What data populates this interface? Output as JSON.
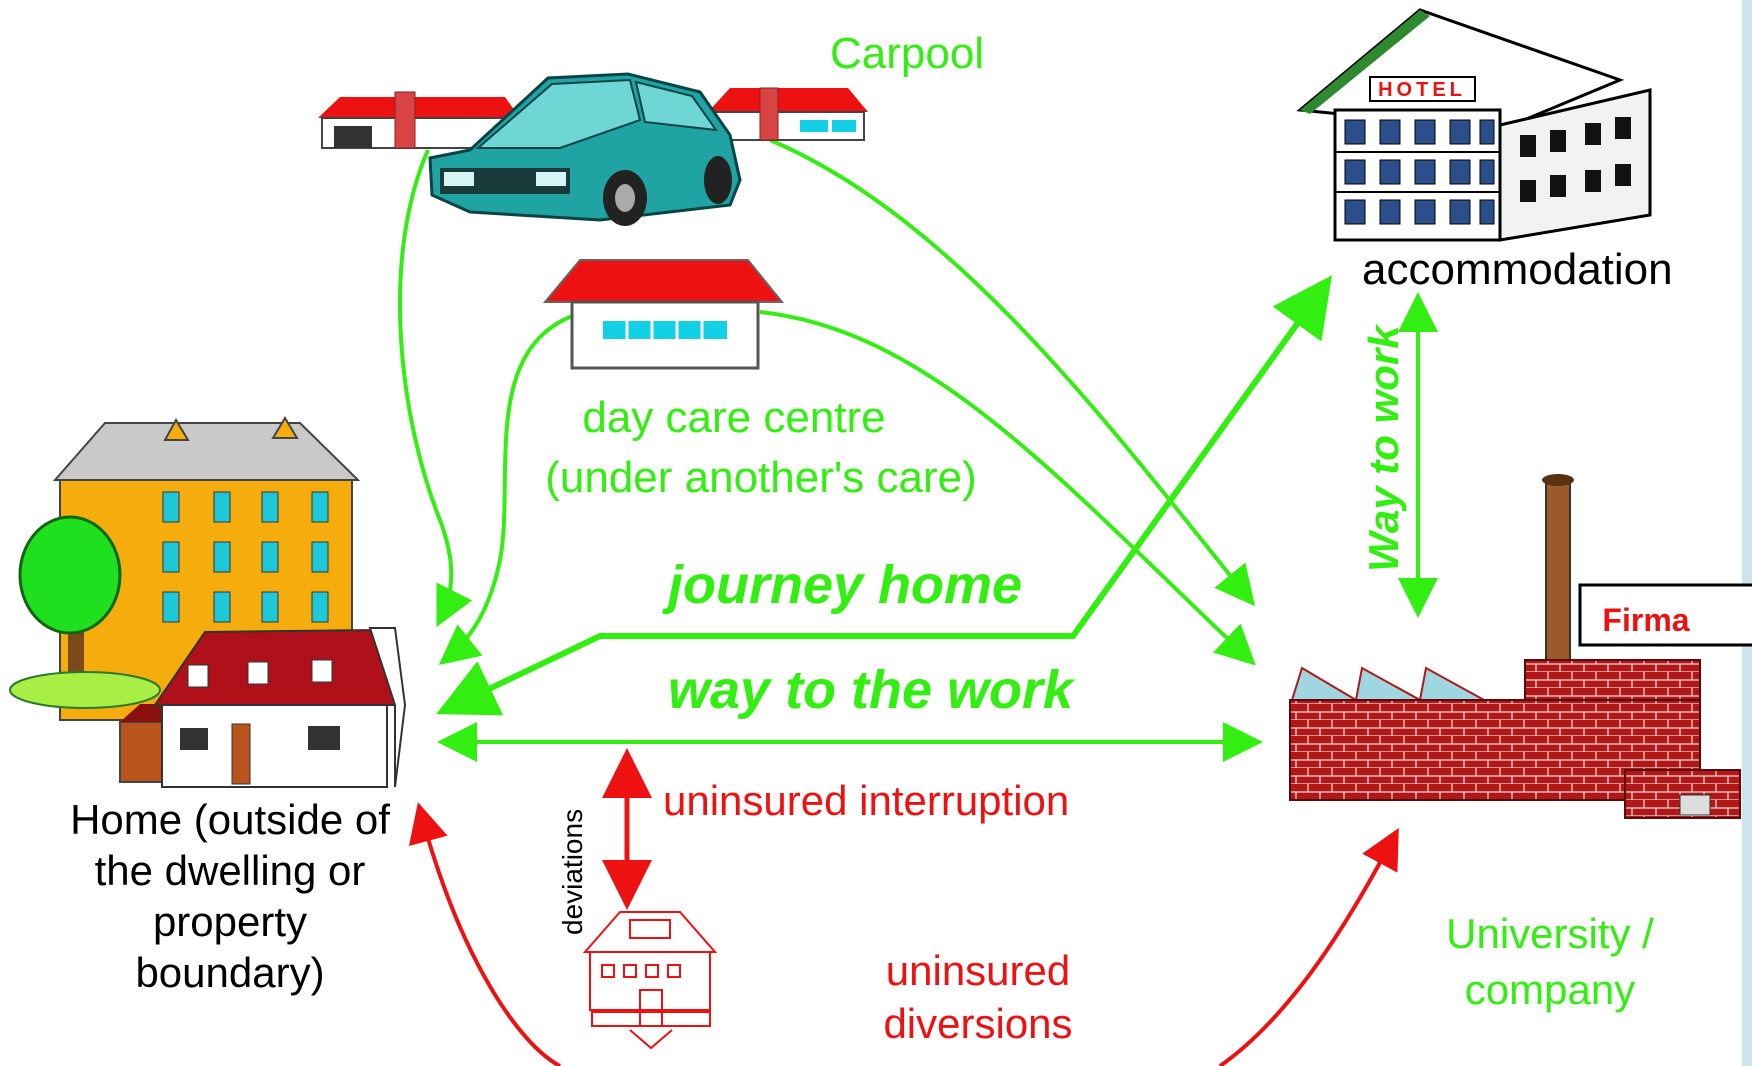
{
  "labels": {
    "carpool": "Carpool",
    "accommodation": "accommodation",
    "day_care_line1": "day care centre",
    "day_care_line2": "(under another's care)",
    "journey_home": "journey home",
    "way_to_work": "way to the work",
    "way_to_work_vertical": "Way to work",
    "home_line1": "Home (outside of",
    "home_line2": "the dwelling or",
    "home_line3": "property",
    "home_line4": "boundary)",
    "deviations": "deviations",
    "uninsured_interruption": "uninsured interruption",
    "uninsured_diversions_line1": "uninsured",
    "uninsured_diversions_line2": "diversions",
    "university_line1": "University /",
    "university_line2": "company",
    "hotel_sign": "HOTEL",
    "firma_sign": "Firma"
  },
  "colors": {
    "green": "#33ee11",
    "red": "#ee1111",
    "accent_bar": "#cfe3ee"
  },
  "icons": [
    "car-icon",
    "carpool-house-icon",
    "hotel-icon",
    "day-care-icon",
    "home-house-icon",
    "tree-icon",
    "factory-icon",
    "diversion-house-icon"
  ]
}
